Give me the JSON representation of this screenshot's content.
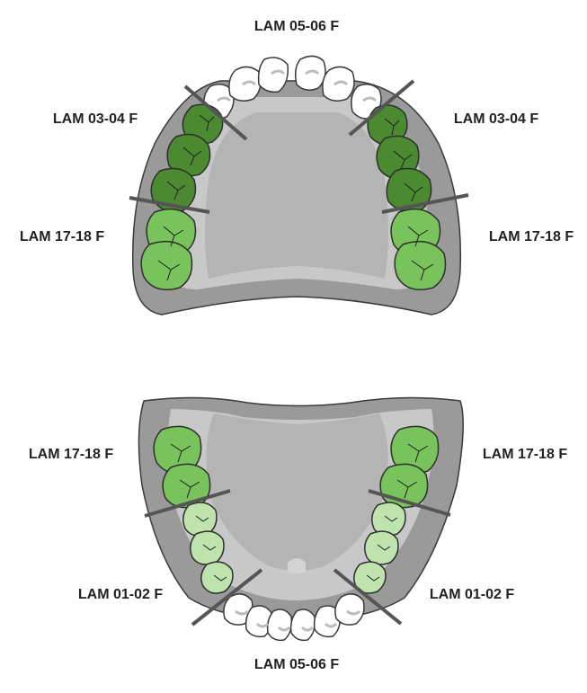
{
  "labels": {
    "upper_front": "LAM 05-06 F",
    "upper_left_molar": "LAM 03-04 F",
    "upper_right_molar": "LAM 03-04 F",
    "upper_left_back": "LAM 17-18 F",
    "upper_right_back": "LAM 17-18 F",
    "lower_left_back": "LAM 17-18 F",
    "lower_right_back": "LAM 17-18 F",
    "lower_left_front": "LAM 01-02 F",
    "lower_right_front": "LAM 01-02 F",
    "lower_front": "LAM 05-06 F"
  },
  "colors": {
    "dark_green": "#4b8a31",
    "mid_green": "#79c35c",
    "light_green": "#bfe3ad",
    "gum_outer": "#9a9a9a",
    "gum_inner": "#c8c8c8",
    "palate": "#b4b4b4",
    "outline": "#3a3a3a",
    "divider": "#555555"
  }
}
